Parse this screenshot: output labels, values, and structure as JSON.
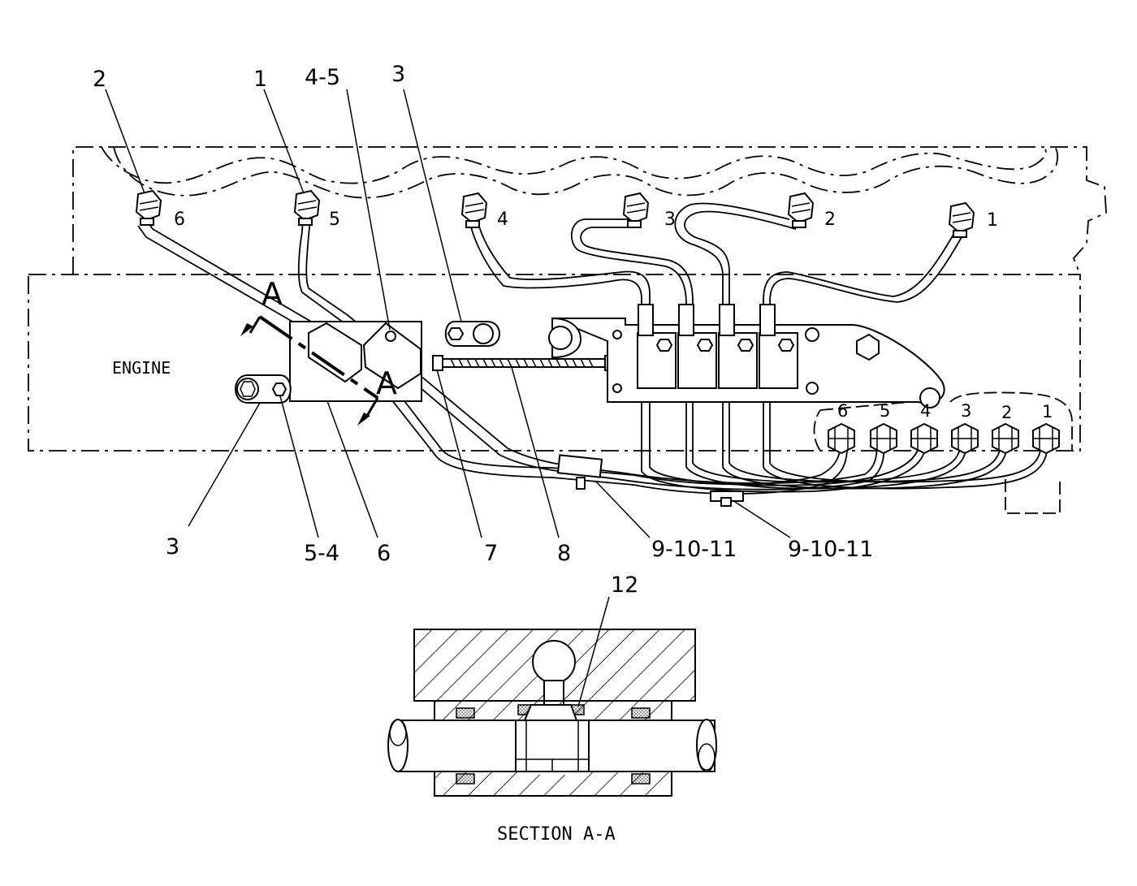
{
  "callouts_top": {
    "c2": "2",
    "c1": "1",
    "c45": "4-5",
    "c3": "3"
  },
  "callouts_bottom": {
    "c3": "3",
    "c54": "5-4",
    "c6": "6",
    "c7": "7",
    "c8": "8",
    "c91011a": "9-10-11",
    "c91011b": "9-10-11"
  },
  "nozzle_numbers": [
    "6",
    "5",
    "4",
    "3",
    "2",
    "1"
  ],
  "pump_port_numbers": [
    "6",
    "5",
    "4",
    "3",
    "2",
    "1"
  ],
  "section_markers": {
    "upper": "A",
    "lower": "A"
  },
  "engine_label": "ENGINE",
  "section_detail": {
    "callout": "12",
    "title": "SECTION A-A"
  }
}
